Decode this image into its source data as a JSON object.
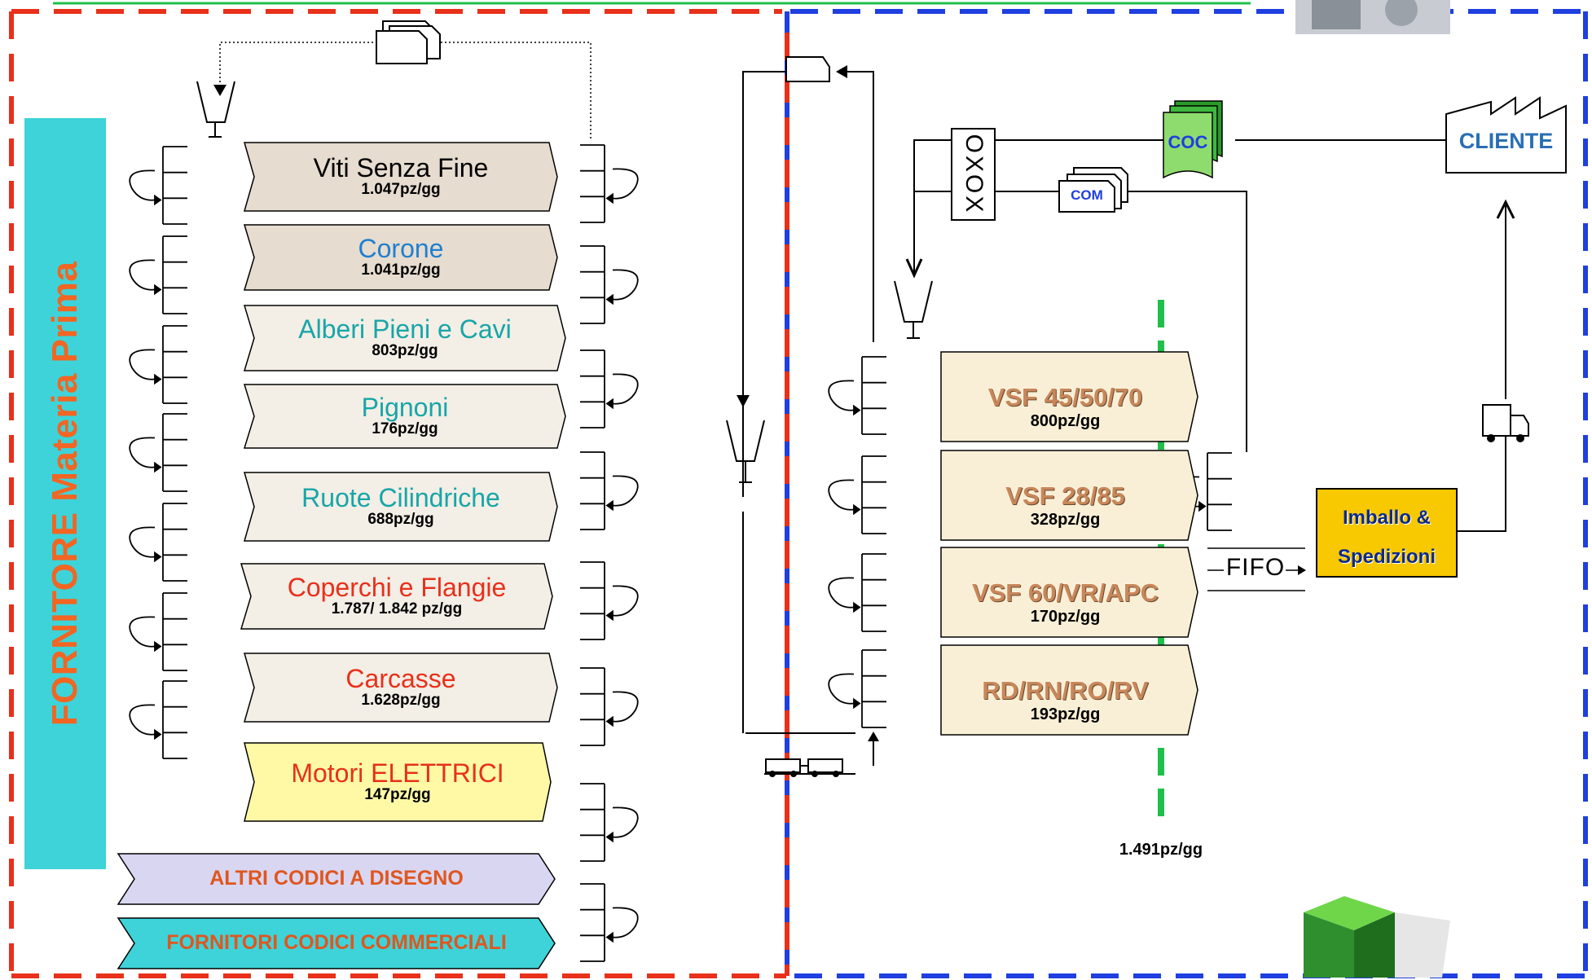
{
  "supplier_label": "FORNITORE Materia Prima",
  "suppliers": [
    {
      "name": "Viti Senza Fine",
      "rate": "1.047pz/gg",
      "color": "#000000",
      "fill": "#e6dccf"
    },
    {
      "name": "Corone",
      "rate": "1.041pz/gg",
      "color": "#1f7fd0",
      "fill": "#e6dccf"
    },
    {
      "name": "Alberi Pieni e Cavi",
      "rate": "803pz/gg",
      "color": "#17a6a8",
      "fill": "#f3eee6"
    },
    {
      "name": "Pignoni",
      "rate": "176pz/gg",
      "color": "#17a6a8",
      "fill": "#f3eee6"
    },
    {
      "name": "Ruote Cilindriche",
      "rate": "688pz/gg",
      "color": "#17a6a8",
      "fill": "#f3eee6"
    },
    {
      "name": "Coperchi e Flangie",
      "rate": "1.787/ 1.842 pz/gg",
      "color": "#e8301a",
      "fill": "#f3eee6"
    },
    {
      "name": "Carcasse",
      "rate": "1.628pz/gg",
      "color": "#e8301a",
      "fill": "#f3eee6"
    },
    {
      "name": "Motori ELETTRICI",
      "rate": "147pz/gg",
      "color": "#e8301a",
      "fill": "#fff9a6"
    }
  ],
  "bars": [
    {
      "label": "ALTRI CODICI A DISEGNO",
      "fill": "#d9d6f2"
    },
    {
      "label": "FORNITORI CODICI COMMERCIALI",
      "fill": "#3ed3d8"
    }
  ],
  "lines": [
    {
      "name": "VSF 45/50/70",
      "rate": "800pz/gg"
    },
    {
      "name": "VSF 28/85",
      "rate": "328pz/gg"
    },
    {
      "name": "VSF 60/VR/APC",
      "rate": "170pz/gg"
    },
    {
      "name": "RD/RN/RO/RV",
      "rate": "193pz/gg"
    }
  ],
  "total_rate": "1.491pz/gg",
  "coc_label": "COC",
  "com_label": "COM",
  "oxox_label": "OXOX",
  "customer_label": "CLIENTE",
  "fifo_label": "FIFO",
  "shipping_label_1": "Imballo &",
  "shipping_label_2": "Spedizioni",
  "colors": {
    "red_dash": "#e8301a",
    "blue_dash": "#1f3fe0",
    "green_dash": "#1fbf4a",
    "shipping_fill": "#f8c800"
  }
}
